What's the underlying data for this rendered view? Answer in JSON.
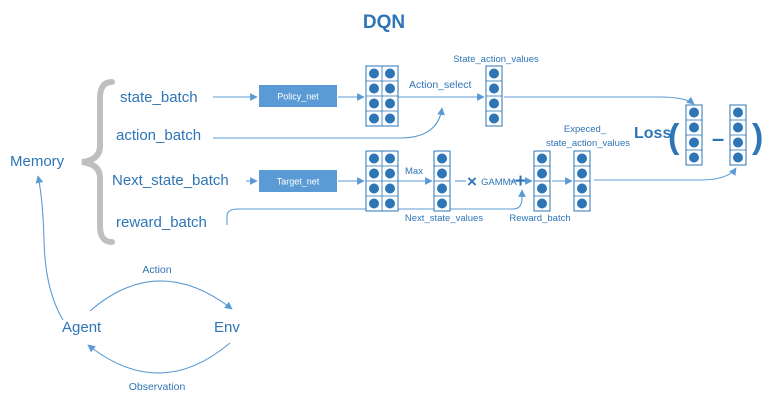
{
  "title": "DQN",
  "memory": {
    "label": "Memory",
    "items": [
      "state_batch",
      "action_batch",
      "Next_state_batch",
      "reward_batch"
    ]
  },
  "networks": {
    "policy": "Policy_net",
    "target": "Target_net"
  },
  "labels": {
    "state_action_values": "State_action_values",
    "action_select": "Action_select",
    "max": "Max",
    "gamma": "GAMMA",
    "next_state_values": "Next_state_values",
    "reward_batch": "Reward_batch",
    "expected_line1": "Expeced_",
    "expected_line2": "state_action_values",
    "loss": "Loss",
    "minus": "–"
  },
  "operators": {
    "multiply": "×",
    "plus": "+"
  },
  "loop": {
    "agent": "Agent",
    "env": "Env",
    "action": "Action",
    "observation": "Observation"
  },
  "colors": {
    "primary": "#2e75b6",
    "box_fill": "#5b9bd5",
    "dot_fill": "#2e75b6",
    "bracket": "#bfbfbf",
    "connector": "#5b9bd5"
  }
}
